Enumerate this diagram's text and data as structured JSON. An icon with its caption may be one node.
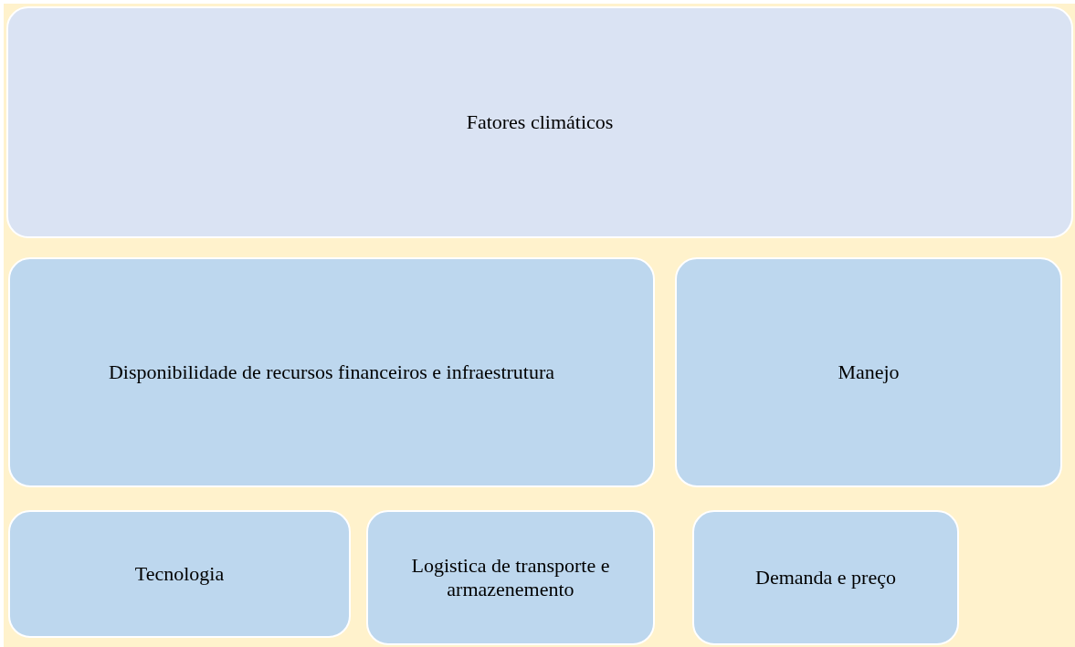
{
  "diagram": {
    "nodes": [
      {
        "text": [
          "Fatores climáticos"
        ]
      },
      {
        "text": [
          "Disponibilidade de recursos financeiros e infraestrutura"
        ]
      },
      {
        "text": [
          "Manejo"
        ]
      },
      {
        "text": [
          "Tecnologia"
        ]
      },
      {
        "text": [
          "Logistica de transporte e armazenemento"
        ]
      },
      {
        "text": [
          "Demanda e preço"
        ]
      }
    ]
  }
}
